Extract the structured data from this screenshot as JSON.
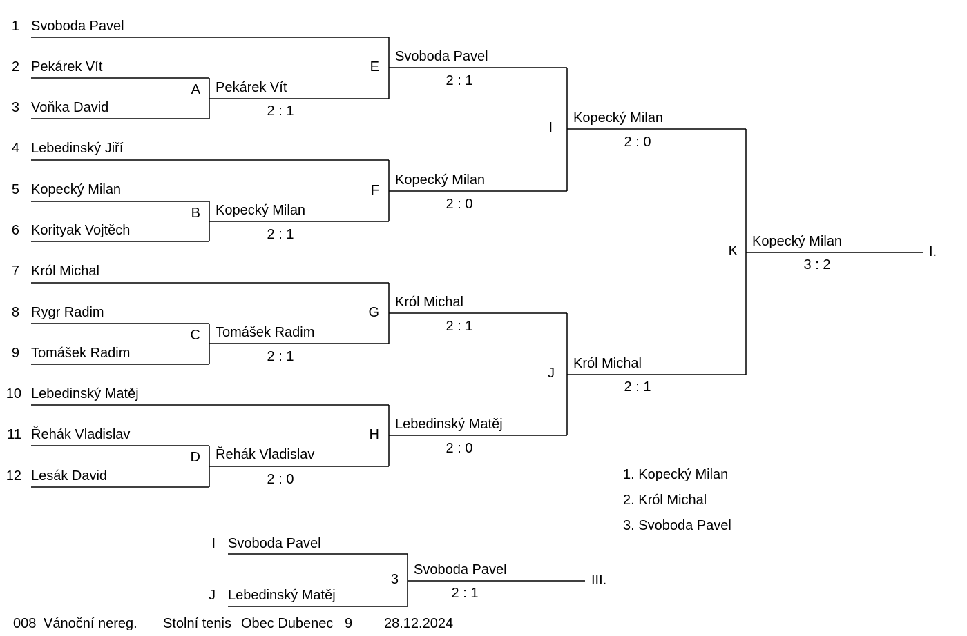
{
  "seeds": [
    {
      "num": "1",
      "name": "Svoboda Pavel"
    },
    {
      "num": "2",
      "name": "Pekárek Vít"
    },
    {
      "num": "3",
      "name": "Voňka David"
    },
    {
      "num": "4",
      "name": "Lebedinský Jiří"
    },
    {
      "num": "5",
      "name": "Kopecký Milan"
    },
    {
      "num": "6",
      "name": "Korityak Vojtěch"
    },
    {
      "num": "7",
      "name": "Król Michal"
    },
    {
      "num": "8",
      "name": "Rygr Radim"
    },
    {
      "num": "9",
      "name": "Tomášek Radim"
    },
    {
      "num": "10",
      "name": "Lebedinský Matěj"
    },
    {
      "num": "11",
      "name": "Řehák Vladislav"
    },
    {
      "num": "12",
      "name": "Lesák David"
    }
  ],
  "matches": {
    "A": {
      "label": "A",
      "winner": "Pekárek Vít",
      "score": "2 : 1"
    },
    "B": {
      "label": "B",
      "winner": "Kopecký Milan",
      "score": "2 : 1"
    },
    "C": {
      "label": "C",
      "winner": "Tomášek Radim",
      "score": "2 : 1"
    },
    "D": {
      "label": "D",
      "winner": "Řehák Vladislav",
      "score": "2 : 0"
    },
    "E": {
      "label": "E",
      "winner": "Svoboda Pavel",
      "score": "2 : 1"
    },
    "F": {
      "label": "F",
      "winner": "Kopecký Milan",
      "score": "2 : 0"
    },
    "G": {
      "label": "G",
      "winner": "Król Michal",
      "score": "2 : 1"
    },
    "H": {
      "label": "H",
      "winner": "Lebedinský Matěj",
      "score": "2 : 0"
    },
    "I": {
      "label": "I",
      "winner": "Kopecký Milan",
      "score": "2 : 0"
    },
    "J": {
      "label": "J",
      "winner": "Król Michal",
      "score": "2 : 1"
    },
    "K": {
      "label": "K",
      "winner": "Kopecký Milan",
      "score": "3 : 2",
      "place": "I."
    }
  },
  "third_place": {
    "top_label": "I",
    "top_name": "Svoboda Pavel",
    "bottom_label": "J",
    "bottom_name": "Lebedinský Matěj",
    "match_label": "3",
    "winner": "Svoboda Pavel",
    "score": "2 : 1",
    "place": "III."
  },
  "standings": [
    "1. Kopecký Milan",
    "2. Król Michal",
    "3. Svoboda Pavel"
  ],
  "footer": {
    "code": "008",
    "event": "Vánoční nereg.",
    "sport": "Stolní tenis",
    "venue": "Obec Dubenec",
    "count": "9",
    "date": "28.12.2024"
  }
}
